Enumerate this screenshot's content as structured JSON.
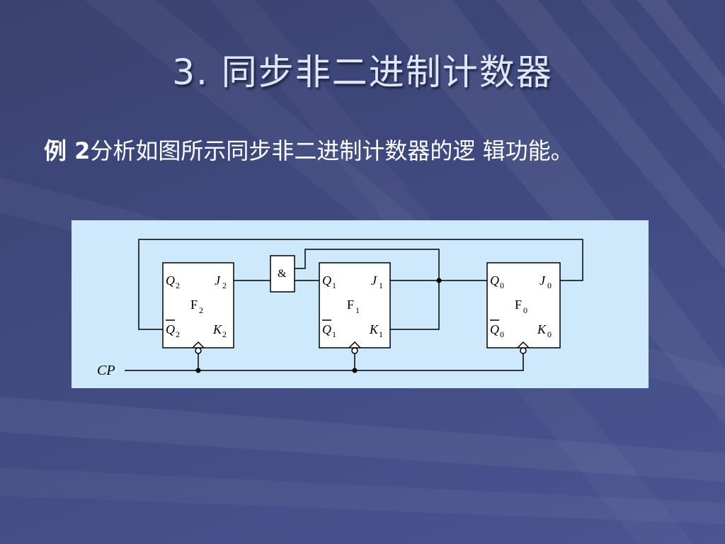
{
  "title": "3. 同步非二进制计数器",
  "subtitle": {
    "prefix": "例 2",
    "text": "分析如图所示同步非二进制计数器的逻 辑功能。"
  },
  "circuit": {
    "clock_label": "CP",
    "and_gate_label": "&",
    "flipflops": [
      {
        "name": "F",
        "idx": "2",
        "q": "Q",
        "qbar": "Q",
        "j": "J",
        "k": "K"
      },
      {
        "name": "F",
        "idx": "1",
        "q": "Q",
        "qbar": "Q",
        "j": "J",
        "k": "K"
      },
      {
        "name": "F",
        "idx": "0",
        "q": "Q",
        "qbar": "Q",
        "j": "J",
        "k": "K"
      }
    ]
  },
  "colors": {
    "panel": "#cde9fb",
    "title": "#dfe6ff",
    "background": "#404a80",
    "wire": "#000000"
  }
}
